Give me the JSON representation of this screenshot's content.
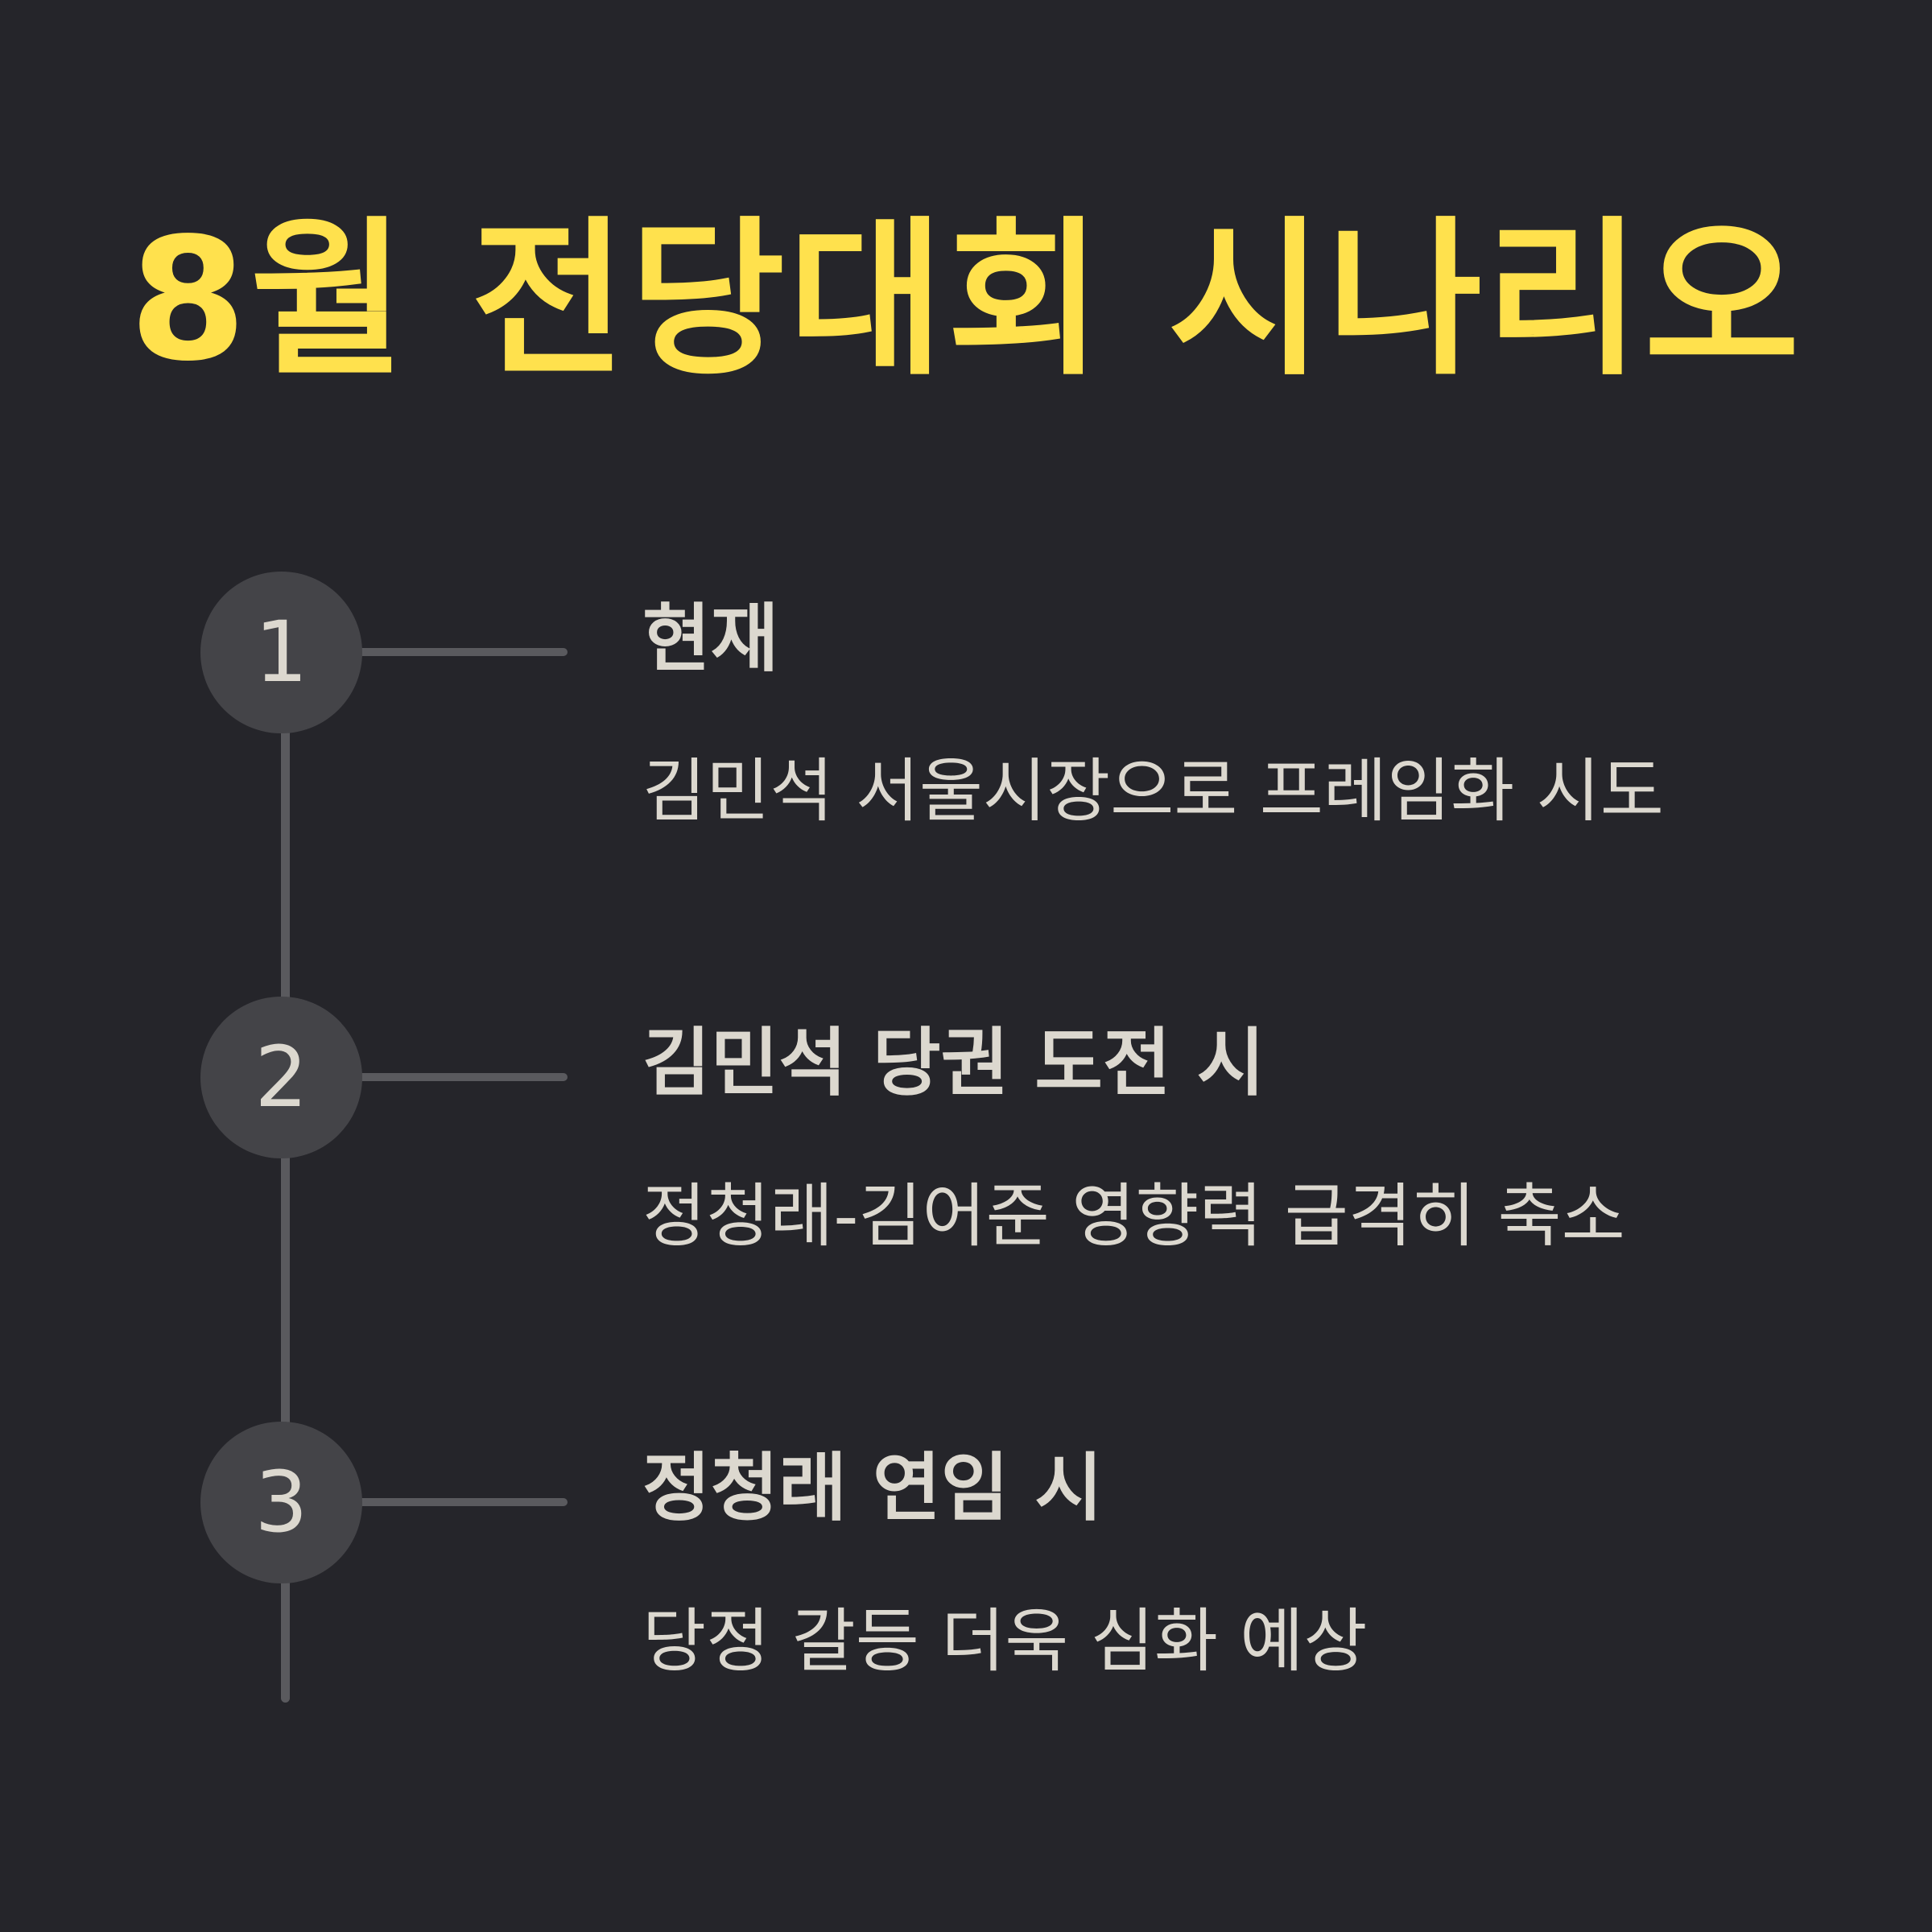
{
  "title": "8월 전당대회 시나리오",
  "colors": {
    "background": "#25252a",
    "title": "#ffe14d",
    "text": "#dcd8cf",
    "node": "#444448",
    "line": "#5a5a5e"
  },
  "steps": [
    {
      "number": "1",
      "heading": "현재",
      "description": "김민석 서울시장으로 프레임화 시도"
    },
    {
      "number": "2",
      "heading": "김민석 당권 도전 시",
      "description": "정청래-김어준 영향력 급격히 축소"
    },
    {
      "number": "3",
      "heading": "정청래 연임 시",
      "description": "당정 갈등 더욱 심화 예상"
    }
  ]
}
